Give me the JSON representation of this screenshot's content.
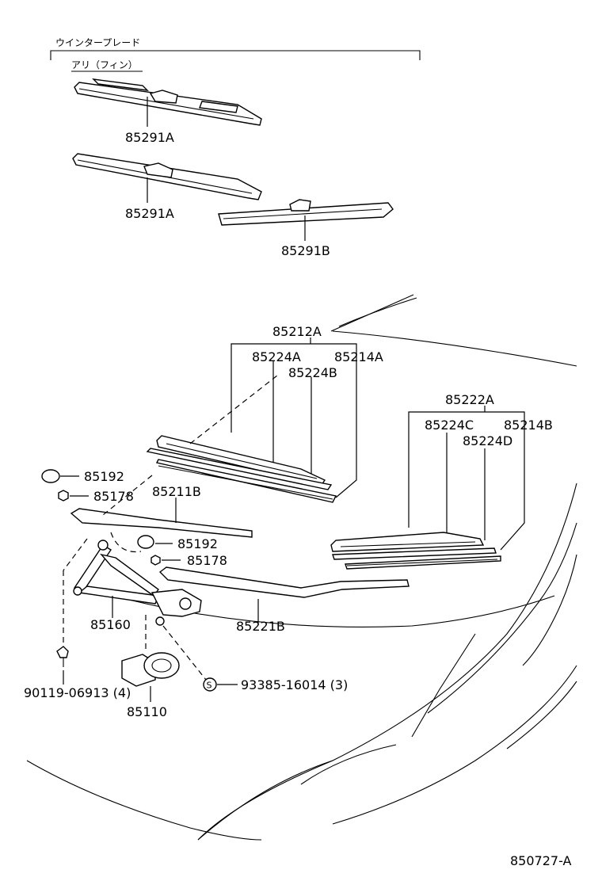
{
  "header": {
    "group_title": "ウインタープレード",
    "subgroup_title": "アリ（フィン）"
  },
  "parts": {
    "p85291A_1": "85291A",
    "p85291A_2": "85291A",
    "p85291B": "85291B",
    "p85212A": "85212A",
    "p85224A": "85224A",
    "p85214A": "85214A",
    "p85224B": "85224B",
    "p85222A": "85222A",
    "p85224C": "85224C",
    "p85214B": "85214B",
    "p85224D": "85224D",
    "p85192_1": "85192",
    "p85178_1": "85178",
    "p85211B": "85211B",
    "p85192_2": "85192",
    "p85178_2": "85178",
    "p85160": "85160",
    "p85221B": "85221B",
    "p90119": "90119-06913 (4)",
    "p93385": "93385-16014 (3)",
    "p85110": "85110"
  },
  "symbols": {
    "s_marker": "S"
  },
  "footer": {
    "diagram_id": "850727-A"
  }
}
